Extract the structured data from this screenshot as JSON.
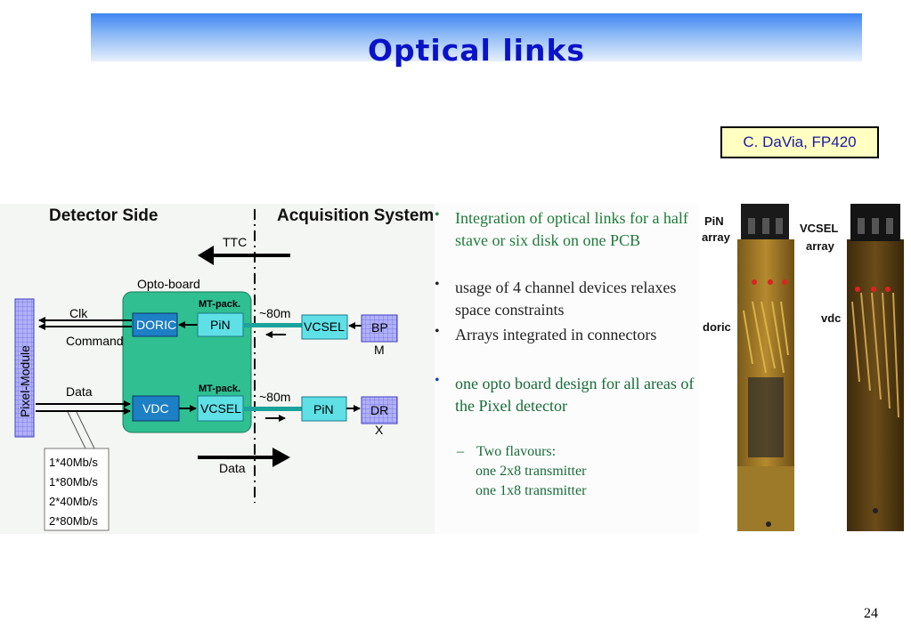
{
  "slide": {
    "title": "Optical links",
    "credit": "C. DaVia, FP420",
    "page_number": "24"
  },
  "diagram": {
    "detector_side": "Detector Side",
    "acquisition_system": "Acquisition System",
    "ttc": "TTC",
    "opto_board": "Opto-board",
    "pixel_module": "Pixel-Module",
    "clk": "Clk",
    "command": "Command",
    "data_left": "Data",
    "data_bottom": "Data",
    "mt_pack_1": "MT-pack.",
    "mt_pack_2": "MT-pack.",
    "doric": "DORIC",
    "pin_top": "PiN",
    "vdc": "VDC",
    "vcsel_bottom": "VCSEL",
    "len_1": "~80m",
    "len_2": "~80m",
    "vcsel_right": "VCSEL",
    "pin_right": "PiN",
    "bpm_line1": "BP",
    "bpm_line2": "M",
    "drx_line1": "DR",
    "drx_line2": "X",
    "rates": [
      "1*40Mb/s",
      "1*80Mb/s",
      "2*40Mb/s",
      "2*80Mb/s"
    ]
  },
  "bullets": [
    {
      "text": "Integration of optical links for a half stave or six disk on one PCB",
      "style": "green"
    },
    {
      "text": "usage of 4 channel devices relaxes space constraints",
      "style": "dark"
    },
    {
      "text": "Arrays integrated in connectors",
      "style": "dark"
    },
    {
      "text": "one opto board design for all areas of the Pixel detector",
      "style": "blue"
    }
  ],
  "sub_bullet": {
    "dash": "–",
    "line1": "Two flavours:",
    "line2": "one 2x8 transmitter",
    "line3": "one 1x8 transmitter"
  },
  "photos": {
    "pin_array_1": "PiN",
    "pin_array_2": "array",
    "vcsel_array_1": "VCSEL",
    "vcsel_array_2": "array",
    "doric": "doric",
    "vdc": "vdc"
  },
  "colors": {
    "title_text": "#0a13c8",
    "opto_board": "#2fbf90",
    "chip_dark": "#1d7fc4",
    "chip_light": "#5fe0e6",
    "pixel_module": "#a9a9f5",
    "fiber": "#1aa39a"
  }
}
